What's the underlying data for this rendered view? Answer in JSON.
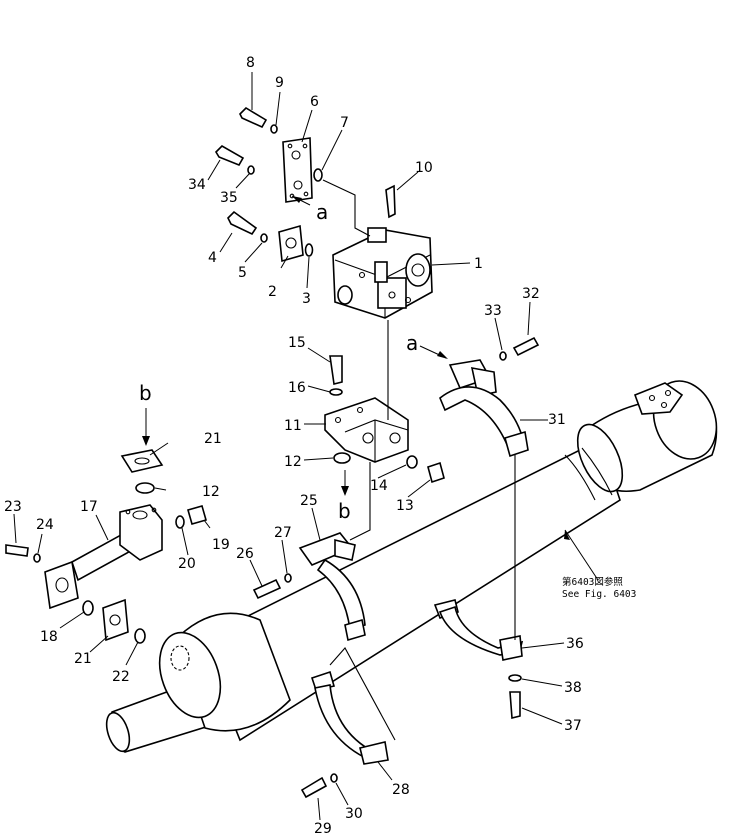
{
  "callouts": [
    {
      "text": "1"
    },
    {
      "text": "2"
    },
    {
      "text": "3"
    },
    {
      "text": "4"
    },
    {
      "text": "5"
    },
    {
      "text": "6"
    },
    {
      "text": "7"
    },
    {
      "text": "8"
    },
    {
      "text": "9"
    },
    {
      "text": "10"
    },
    {
      "text": "11"
    },
    {
      "text": "12"
    },
    {
      "text": "12"
    },
    {
      "text": "13"
    },
    {
      "text": "14"
    },
    {
      "text": "15"
    },
    {
      "text": "16"
    },
    {
      "text": "17"
    },
    {
      "text": "18"
    },
    {
      "text": "19"
    },
    {
      "text": "20"
    },
    {
      "text": "21"
    },
    {
      "text": "21"
    },
    {
      "text": "22"
    },
    {
      "text": "23"
    },
    {
      "text": "24"
    },
    {
      "text": "25"
    },
    {
      "text": "26"
    },
    {
      "text": "27"
    },
    {
      "text": "28"
    },
    {
      "text": "29"
    },
    {
      "text": "30"
    },
    {
      "text": "31"
    },
    {
      "text": "32"
    },
    {
      "text": "33"
    },
    {
      "text": "34"
    },
    {
      "text": "35"
    },
    {
      "text": "36"
    },
    {
      "text": "37"
    },
    {
      "text": "38"
    }
  ],
  "markers": [
    {
      "text": "a"
    },
    {
      "text": "a"
    },
    {
      "text": "b"
    },
    {
      "text": "b"
    }
  ],
  "reference": {
    "line1": "第6403図参照",
    "line2": "See Fig. 6403"
  }
}
